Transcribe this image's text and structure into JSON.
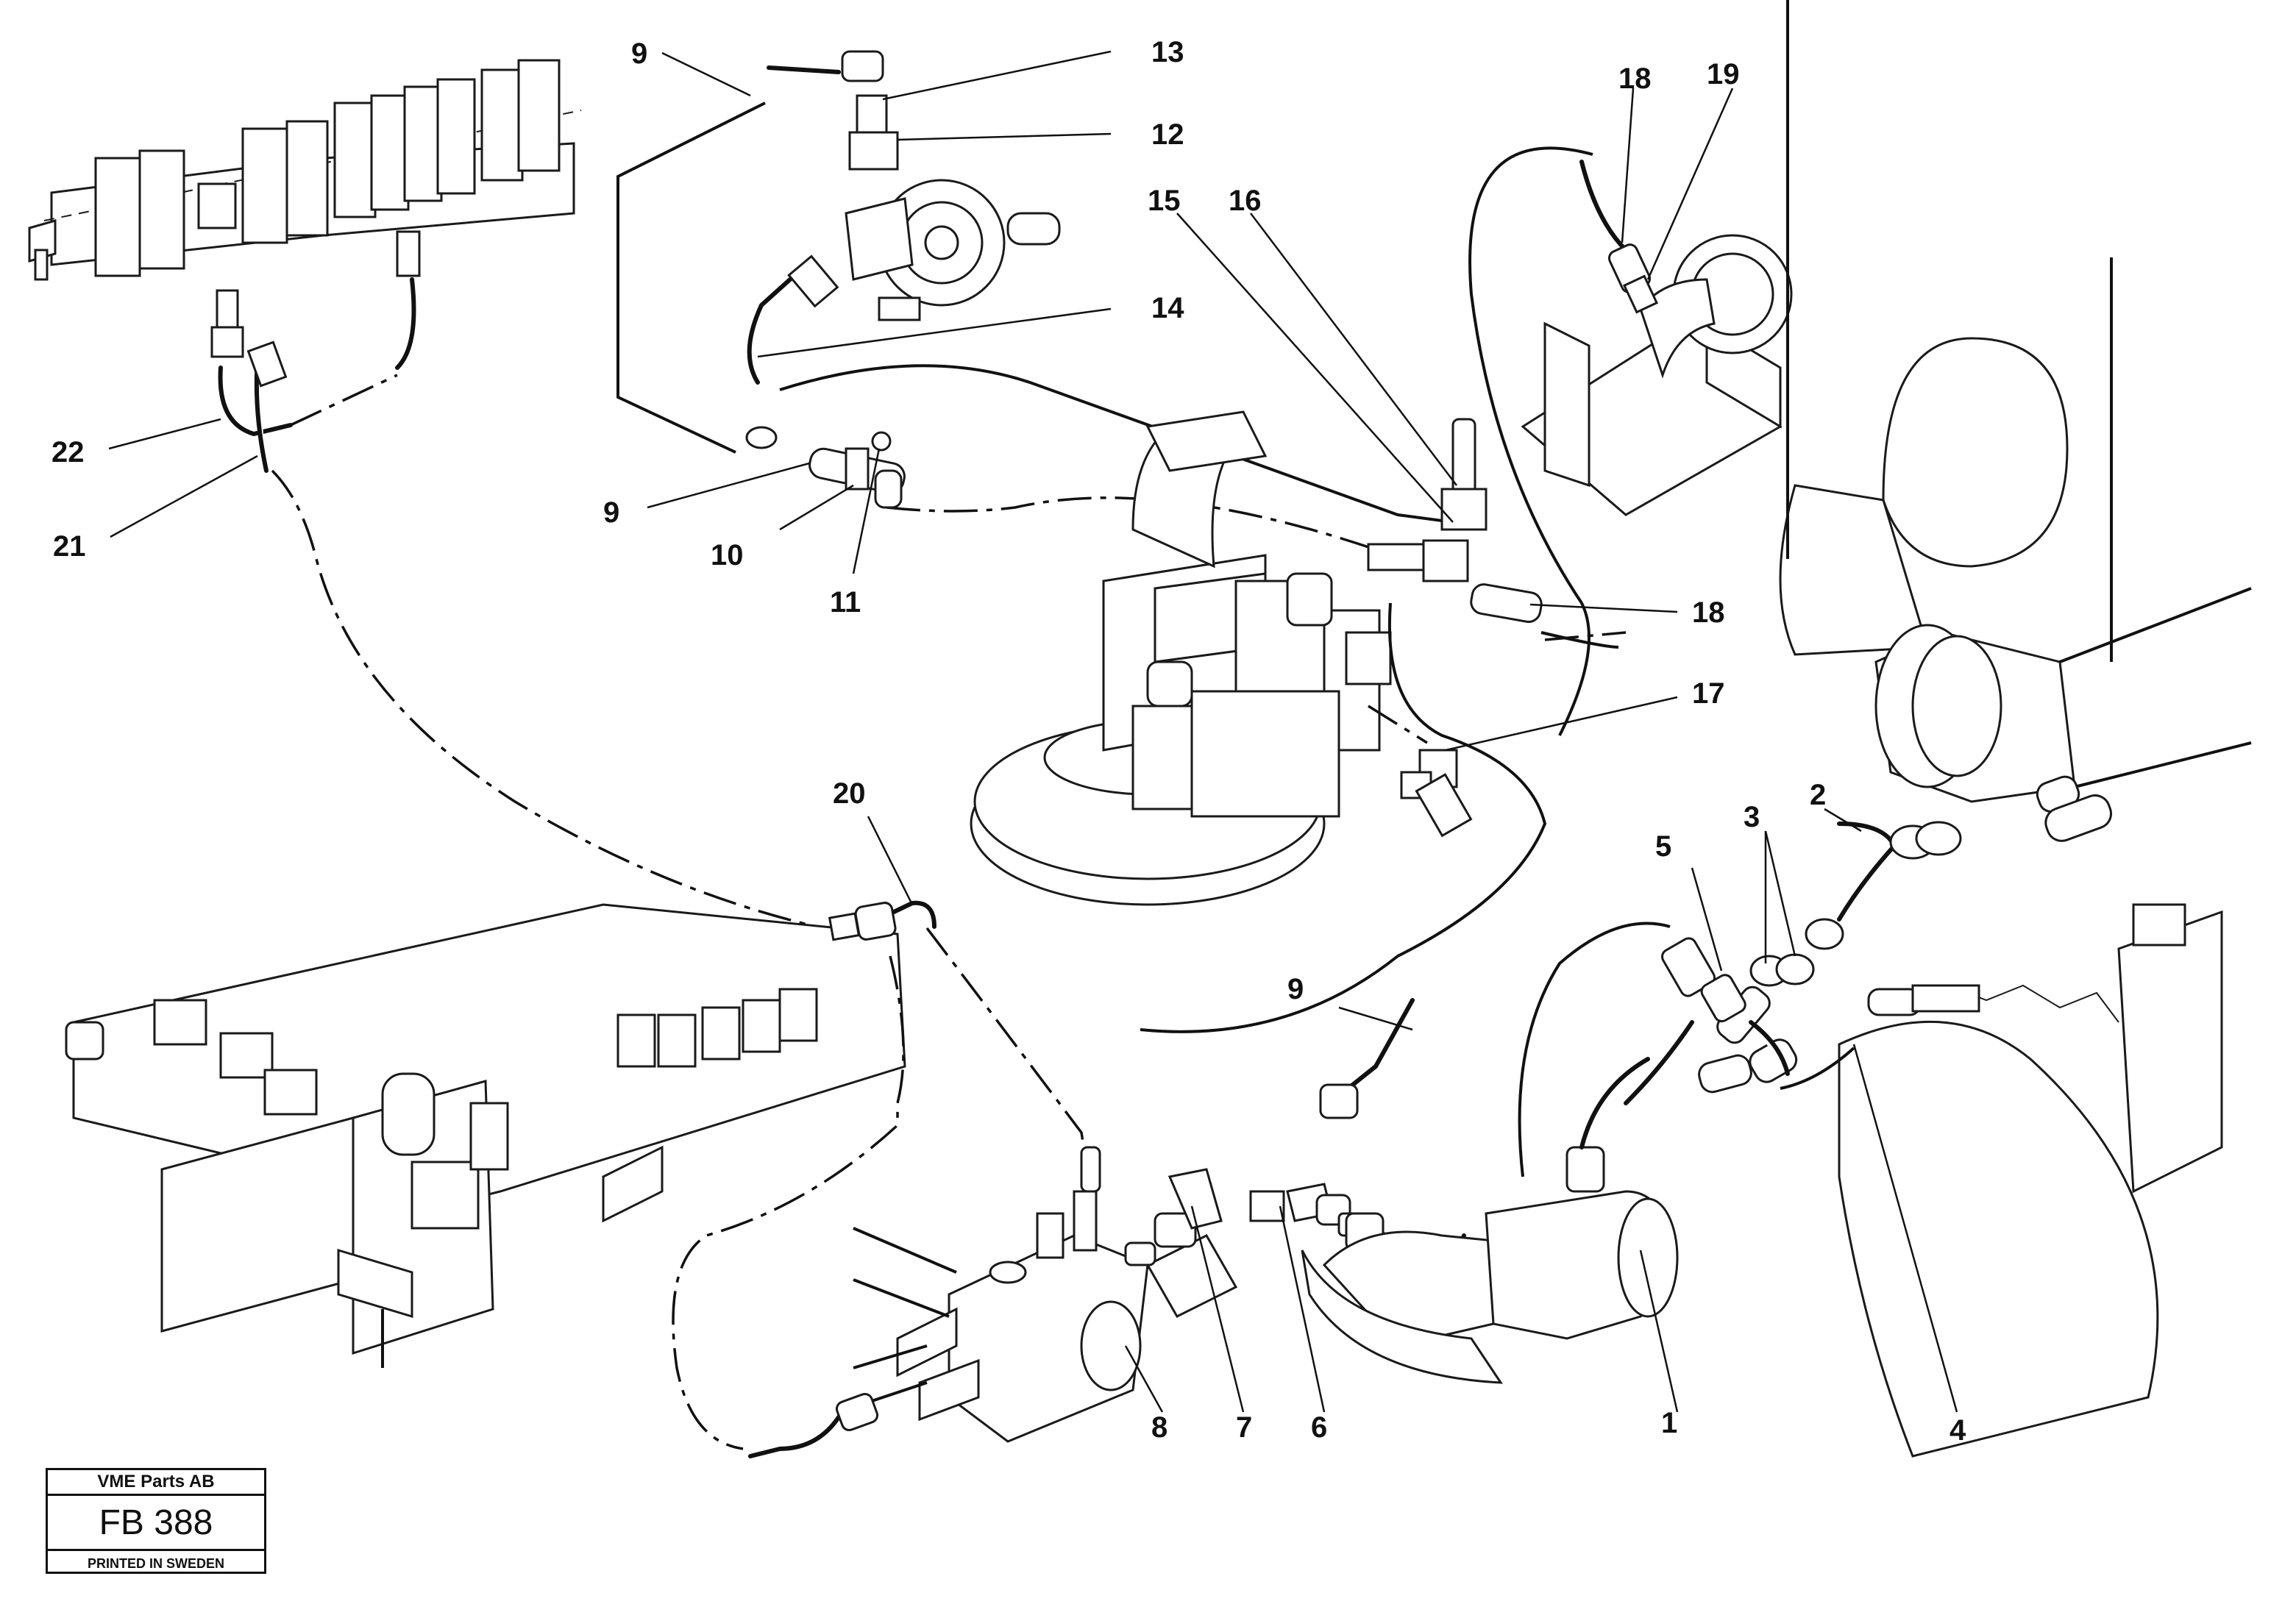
{
  "title_block": {
    "company": "VME Parts AB",
    "code": "FB 388",
    "printed": "PRINTED IN SWEDEN"
  },
  "callouts": {
    "c1": "1",
    "c2": "2",
    "c3": "3",
    "c4": "4",
    "c5": "5",
    "c6": "6",
    "c7": "7",
    "c8": "8",
    "c9a": "9",
    "c9b": "9",
    "c9c": "9",
    "c10": "10",
    "c11": "11",
    "c12": "12",
    "c13": "13",
    "c14": "14",
    "c15": "15",
    "c16": "16",
    "c17": "17",
    "c18a": "18",
    "c18b": "18",
    "c19": "19",
    "c20": "20",
    "c21": "21",
    "c22": "22"
  }
}
